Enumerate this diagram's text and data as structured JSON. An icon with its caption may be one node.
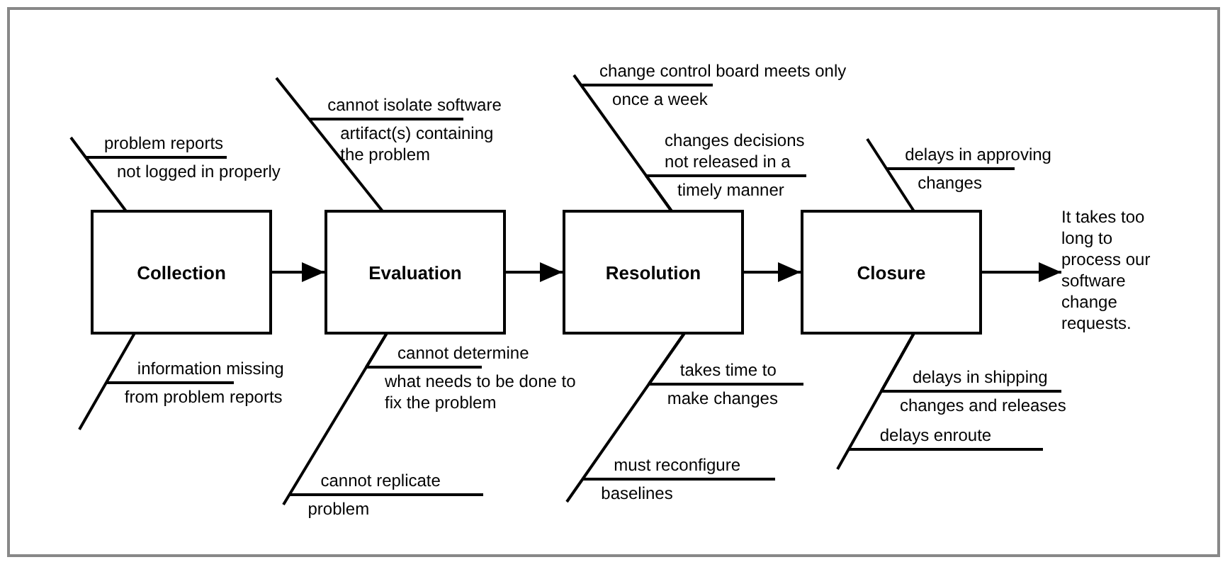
{
  "diagram": {
    "nodes": [
      {
        "text": [
          "Collection"
        ]
      },
      {
        "text": [
          "Evaluation"
        ]
      },
      {
        "text": [
          "Resolution"
        ]
      },
      {
        "text": [
          "Closure"
        ]
      },
      {
        "text": [
          "It takes too long to process our software change requests."
        ]
      },
      {
        "text": [
          "problem reports",
          "not logged in properly"
        ]
      },
      {
        "text": [
          "cannot isolate software",
          "artifact(s) containing the problem"
        ]
      },
      {
        "text": [
          "change control board meets only",
          "once a week"
        ]
      },
      {
        "text": [
          "changes decisions not released in a",
          "timely manner"
        ]
      },
      {
        "text": [
          "delays in approving",
          "changes"
        ]
      },
      {
        "text": [
          "information missing",
          "from problem reports"
        ]
      },
      {
        "text": [
          "cannot determine",
          "what needs to be done to fix the problem"
        ]
      },
      {
        "text": [
          "cannot replicate",
          "problem"
        ]
      },
      {
        "text": [
          "takes time to",
          "make changes"
        ]
      },
      {
        "text": [
          "must reconfigure",
          "baselines"
        ]
      },
      {
        "text": [
          "delays in shipping",
          "changes and releases"
        ]
      },
      {
        "text": [
          "delays enroute"
        ]
      }
    ],
    "edges": [
      {
        "from": 0,
        "to": 1,
        "arrow": "to"
      },
      {
        "from": 1,
        "to": 2,
        "arrow": "to"
      },
      {
        "from": 2,
        "to": 3,
        "arrow": "to"
      },
      {
        "from": 3,
        "to": 4,
        "arrow": "to"
      },
      {
        "from": 5,
        "to": 0,
        "arrow": "none"
      },
      {
        "from": 6,
        "to": 1,
        "arrow": "none"
      },
      {
        "from": 7,
        "to": 2,
        "arrow": "none"
      },
      {
        "from": 8,
        "to": 2,
        "arrow": "none"
      },
      {
        "from": 9,
        "to": 3,
        "arrow": "none"
      },
      {
        "from": 10,
        "to": 0,
        "arrow": "none"
      },
      {
        "from": 11,
        "to": 1,
        "arrow": "none"
      },
      {
        "from": 12,
        "to": 1,
        "arrow": "none"
      },
      {
        "from": 13,
        "to": 2,
        "arrow": "none"
      },
      {
        "from": 14,
        "to": 2,
        "arrow": "none"
      },
      {
        "from": 15,
        "to": 3,
        "arrow": "none"
      },
      {
        "from": 16,
        "to": 3,
        "arrow": "none"
      }
    ]
  }
}
